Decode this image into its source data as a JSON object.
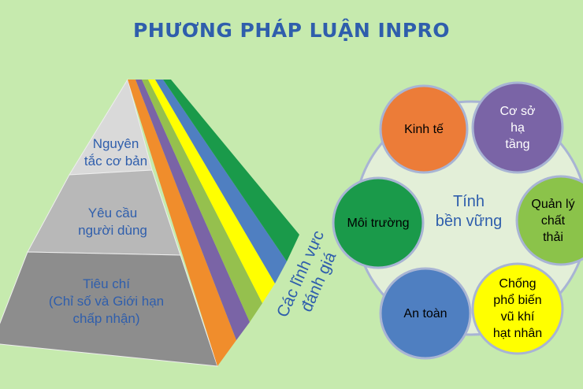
{
  "title": "PHƯƠNG PHÁP LUẬN INPRO",
  "pyramid": {
    "levels": [
      {
        "lines": [
          "Nguyên",
          "tắc cơ bản"
        ],
        "color": "#d9d9d9",
        "text_color": "#2f5eac"
      },
      {
        "lines": [
          "Yêu cầu",
          "người dùng"
        ],
        "color": "#b8b8b8",
        "text_color": "#2f5eac"
      },
      {
        "lines": [
          "Tiêu chí",
          "(Chỉ số và Giới hạn",
          "chấp nhận)"
        ],
        "color": "#8d8d8d",
        "text_color": "#2f5eac"
      }
    ],
    "stripe_colors": [
      "#f08d2c",
      "#7a64a6",
      "#95c04e",
      "#ffff00",
      "#4f7fc1",
      "#1a9a4a"
    ],
    "axis_label": [
      "Các lĩnh vực",
      "đánh giá"
    ]
  },
  "wheel": {
    "center": [
      "Tính",
      "bền vững"
    ],
    "areas": [
      {
        "lines": [
          "Kinh tế"
        ],
        "color": "#ec7c38"
      },
      {
        "lines": [
          "Cơ sở",
          "hạ",
          "tầng"
        ],
        "color": "#7a64a6"
      },
      {
        "lines": [
          "Quản lý",
          "chất",
          "thải"
        ],
        "color": "#8bc34a"
      },
      {
        "lines": [
          "Chống",
          "phổ biến",
          "vũ khí",
          "hạt nhân"
        ],
        "color": "#ffff00"
      },
      {
        "lines": [
          "An toàn"
        ],
        "color": "#4f7fc1"
      },
      {
        "lines": [
          "Môi trường"
        ],
        "color": "#1a9a4a"
      }
    ]
  }
}
